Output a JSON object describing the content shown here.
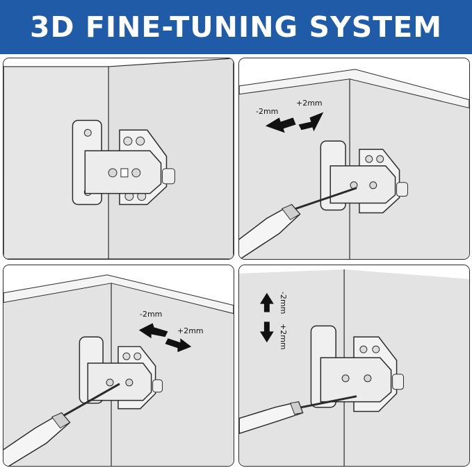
{
  "banner": {
    "title": "3D FINE-TUNING SYSTEM"
  },
  "colors": {
    "banner": "#1f5ba6",
    "wall": "#e3e3e3",
    "metal": "#efefef",
    "outline": "#2a2a2a"
  },
  "panels": [
    {
      "id": "p1",
      "arrow_minus": "",
      "arrow_plus": ""
    },
    {
      "id": "p2",
      "arrow_minus": "-2mm",
      "arrow_plus": "+2mm"
    },
    {
      "id": "p3",
      "arrow_minus": "-2mm",
      "arrow_plus": "+2mm"
    },
    {
      "id": "p4",
      "arrow_minus": "-2mm",
      "arrow_plus": "+2mm"
    }
  ],
  "icons": {
    "p1": [
      "hinge-icon"
    ],
    "p2": [
      "hinge-icon",
      "screwdriver-icon",
      "left-arrow-icon",
      "right-arrow-icon"
    ],
    "p3": [
      "hinge-icon",
      "screwdriver-icon",
      "left-arrow-icon",
      "right-arrow-icon"
    ],
    "p4": [
      "hinge-icon",
      "screwdriver-icon",
      "up-arrow-icon",
      "down-arrow-icon"
    ]
  }
}
